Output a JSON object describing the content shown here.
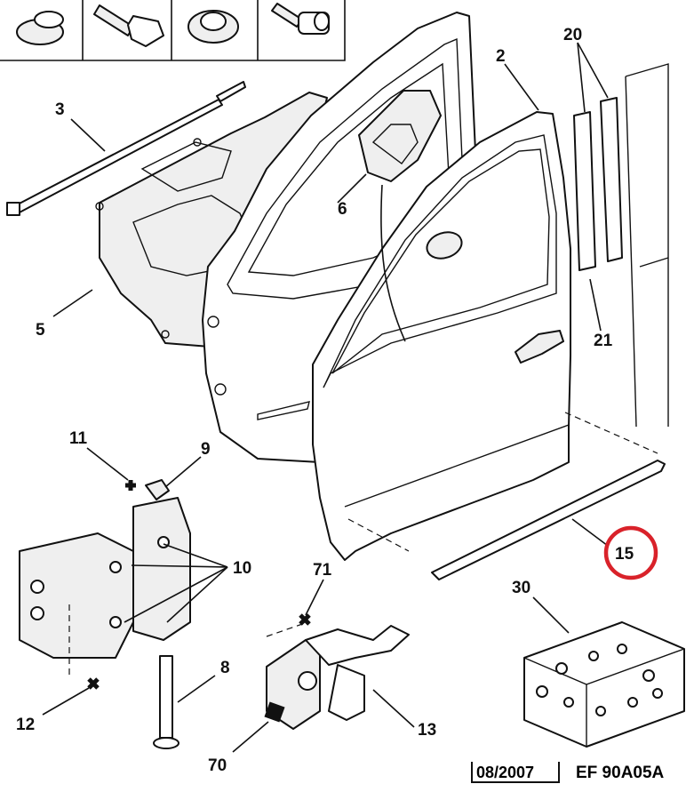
{
  "callouts": [
    {
      "id": "c20",
      "text": "20"
    },
    {
      "id": "c2",
      "text": "2"
    },
    {
      "id": "c3",
      "text": "3"
    },
    {
      "id": "c6",
      "text": "6"
    },
    {
      "id": "c5",
      "text": "5"
    },
    {
      "id": "c21",
      "text": "21"
    },
    {
      "id": "c11",
      "text": "11"
    },
    {
      "id": "c9",
      "text": "9"
    },
    {
      "id": "c10",
      "text": "10"
    },
    {
      "id": "c71",
      "text": "71"
    },
    {
      "id": "c15",
      "text": "15"
    },
    {
      "id": "c30",
      "text": "30"
    },
    {
      "id": "c8",
      "text": "8"
    },
    {
      "id": "c12",
      "text": "12"
    },
    {
      "id": "c13",
      "text": "13"
    },
    {
      "id": "c70",
      "text": "70"
    }
  ],
  "footer": {
    "date": "08/2007",
    "code": "EF 90A05A"
  },
  "colors": {
    "highlight_ring": "#d9222a",
    "ink": "#111111"
  }
}
